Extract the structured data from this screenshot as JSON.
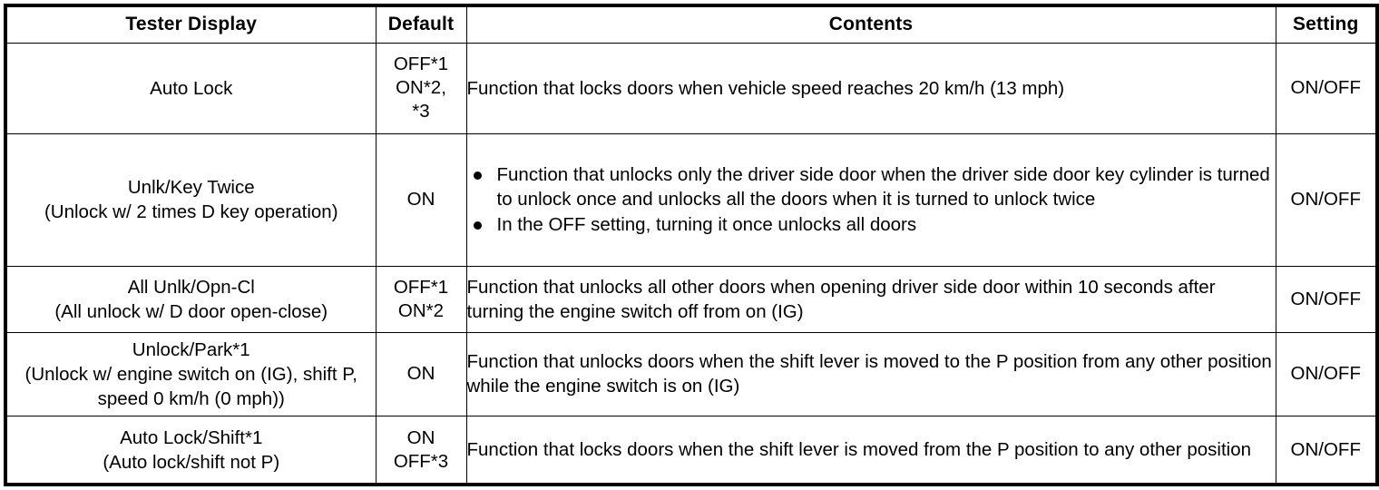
{
  "table": {
    "columns": [
      {
        "key": "tester",
        "label": "Tester Display"
      },
      {
        "key": "default",
        "label": "Default"
      },
      {
        "key": "contents",
        "label": "Contents"
      },
      {
        "key": "setting",
        "label": "Setting"
      }
    ],
    "rows": [
      {
        "tester_main": "Auto Lock",
        "tester_sub": "",
        "default": "OFF*1\nON*2,\n*3",
        "contents_text": "Function that locks doors when vehicle speed reaches 20 km/h (13 mph)",
        "contents_bullets": [],
        "setting": "ON/OFF"
      },
      {
        "tester_main": "Unlk/Key Twice",
        "tester_sub": "(Unlock w/ 2 times D key operation)",
        "default": "ON",
        "contents_text": "",
        "contents_bullets": [
          "Function that unlocks only the driver side door when the driver side door key cylinder is turned to unlock once and unlocks all the doors when it is turned to unlock twice",
          "In the OFF setting, turning it once unlocks all doors"
        ],
        "setting": "ON/OFF"
      },
      {
        "tester_main": "All Unlk/Opn-Cl",
        "tester_sub": "(All unlock w/ D door open-close)",
        "default": "OFF*1\nON*2",
        "contents_text": "Function that unlocks all other doors when opening driver side door within 10 seconds after turning the engine switch off from on (IG)",
        "contents_bullets": [],
        "setting": "ON/OFF"
      },
      {
        "tester_main": "Unlock/Park*1",
        "tester_sub": "(Unlock w/ engine switch on (IG), shift P, speed 0 km/h (0 mph))",
        "default": "ON",
        "contents_text": "Function that unlocks doors when the shift lever is moved to the P position from any other position while the engine switch is on (IG)",
        "contents_bullets": [],
        "setting": "ON/OFF"
      },
      {
        "tester_main": "Auto Lock/Shift*1",
        "tester_sub": "(Auto lock/shift not P)",
        "default": "ON\nOFF*3",
        "contents_text": "Function that locks doors when the shift lever is moved from the P position to any other position",
        "contents_bullets": [],
        "setting": "ON/OFF"
      }
    ]
  },
  "colors": {
    "border": "#000000",
    "text": "#000000",
    "background": "#ffffff"
  }
}
